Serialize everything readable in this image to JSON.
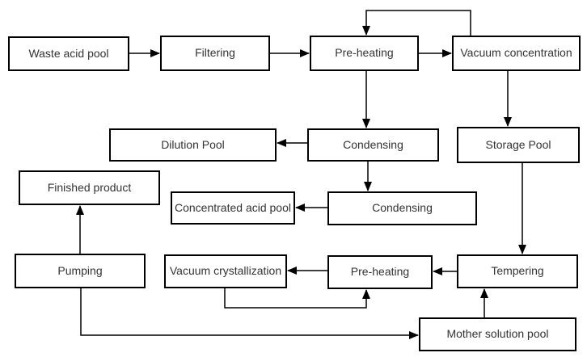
{
  "style": {
    "line_color": "#000000",
    "box_border_color": "#000000",
    "box_fill": "#ffffff",
    "text_color": "#333333",
    "background": "#ffffff"
  },
  "diagram": {
    "type": "flowchart",
    "nodes": [
      {
        "id": "waste-acid-pool",
        "label": "Waste acid pool"
      },
      {
        "id": "filtering",
        "label": "Filtering"
      },
      {
        "id": "pre-heating-1",
        "label": "Pre-heating"
      },
      {
        "id": "vacuum-concentration",
        "label": "Vacuum concentration"
      },
      {
        "id": "dilution-pool",
        "label": "Dilution Pool"
      },
      {
        "id": "condensing-1",
        "label": "Condensing"
      },
      {
        "id": "storage-pool",
        "label": "Storage Pool"
      },
      {
        "id": "finished-product",
        "label": "Finished product"
      },
      {
        "id": "concentrated-acid-pool",
        "label": "Concentrated acid pool"
      },
      {
        "id": "condensing-2",
        "label": "Condensing"
      },
      {
        "id": "pumping",
        "label": "Pumping"
      },
      {
        "id": "vacuum-crystallization",
        "label": "Vacuum crystallization"
      },
      {
        "id": "pre-heating-2",
        "label": "Pre-heating"
      },
      {
        "id": "tempering",
        "label": "Tempering"
      },
      {
        "id": "mother-solution-pool",
        "label": "Mother solution pool"
      }
    ],
    "edges": [
      {
        "from": "waste-acid-pool",
        "to": "filtering"
      },
      {
        "from": "filtering",
        "to": "pre-heating-1"
      },
      {
        "from": "pre-heating-1",
        "to": "vacuum-concentration"
      },
      {
        "from": "vacuum-concentration",
        "to": "pre-heating-1"
      },
      {
        "from": "pre-heating-1",
        "to": "condensing-1"
      },
      {
        "from": "condensing-1",
        "to": "dilution-pool"
      },
      {
        "from": "condensing-1",
        "to": "condensing-2"
      },
      {
        "from": "vacuum-concentration",
        "to": "storage-pool"
      },
      {
        "from": "storage-pool",
        "to": "tempering"
      },
      {
        "from": "condensing-2",
        "to": "concentrated-acid-pool"
      },
      {
        "from": "tempering",
        "to": "pre-heating-2"
      },
      {
        "from": "pre-heating-2",
        "to": "vacuum-crystallization"
      },
      {
        "from": "vacuum-crystallization",
        "to": "pre-heating-2"
      },
      {
        "from": "pumping",
        "to": "finished-product"
      },
      {
        "from": "pumping",
        "to": "mother-solution-pool"
      },
      {
        "from": "mother-solution-pool",
        "to": "tempering"
      }
    ]
  }
}
